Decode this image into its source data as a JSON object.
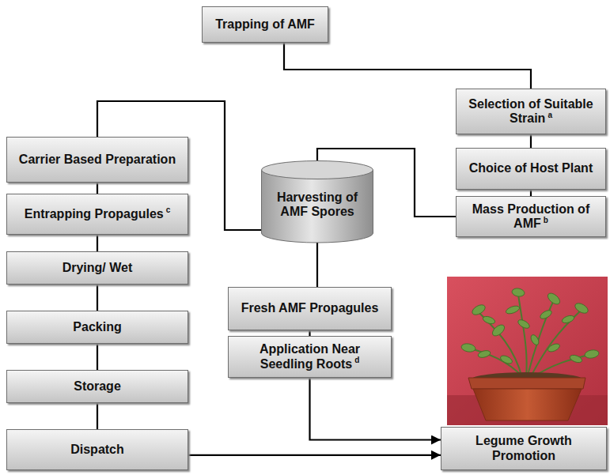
{
  "diagram": {
    "nodes": [
      {
        "text": [
          "Trapping of AMF"
        ]
      },
      {
        "text": [
          "Selection of Suitable Strain",
          "a"
        ]
      },
      {
        "text": [
          "Choice of Host Plant"
        ]
      },
      {
        "text": [
          "Mass Production of AMF",
          "b"
        ]
      },
      {
        "text": [
          "Carrier Based Preparation"
        ]
      },
      {
        "text": [
          "Entrapping Propagules",
          "c"
        ]
      },
      {
        "text": [
          "Drying/ Wet"
        ]
      },
      {
        "text": [
          "Packing"
        ]
      },
      {
        "text": [
          "Storage"
        ]
      },
      {
        "text": [
          "Dispatch"
        ]
      },
      {
        "text": [
          "Harvesting of AMF Spores"
        ]
      },
      {
        "text": [
          "Fresh AMF Propagules"
        ]
      },
      {
        "text": [
          "Application Near Seedling Roots",
          "d"
        ]
      },
      {
        "text": [
          "Legume Growth Promotion"
        ]
      }
    ],
    "edges": [
      {
        "from": 0,
        "to": 1,
        "arrow": "none"
      },
      {
        "from": 1,
        "to": 2,
        "arrow": "none"
      },
      {
        "from": 2,
        "to": 3,
        "arrow": "none"
      },
      {
        "from": 3,
        "to": 10,
        "arrow": "none"
      },
      {
        "from": 10,
        "to": 4,
        "arrow": "none"
      },
      {
        "from": 4,
        "to": 5,
        "arrow": "none"
      },
      {
        "from": 5,
        "to": 6,
        "arrow": "none"
      },
      {
        "from": 6,
        "to": 7,
        "arrow": "none"
      },
      {
        "from": 7,
        "to": 8,
        "arrow": "none"
      },
      {
        "from": 8,
        "to": 9,
        "arrow": "none"
      },
      {
        "from": 10,
        "to": 11,
        "arrow": "none"
      },
      {
        "from": 11,
        "to": 12,
        "arrow": "none"
      },
      {
        "from": 12,
        "to": 13,
        "arrow": "to"
      },
      {
        "from": 9,
        "to": 13,
        "arrow": "to"
      }
    ]
  }
}
